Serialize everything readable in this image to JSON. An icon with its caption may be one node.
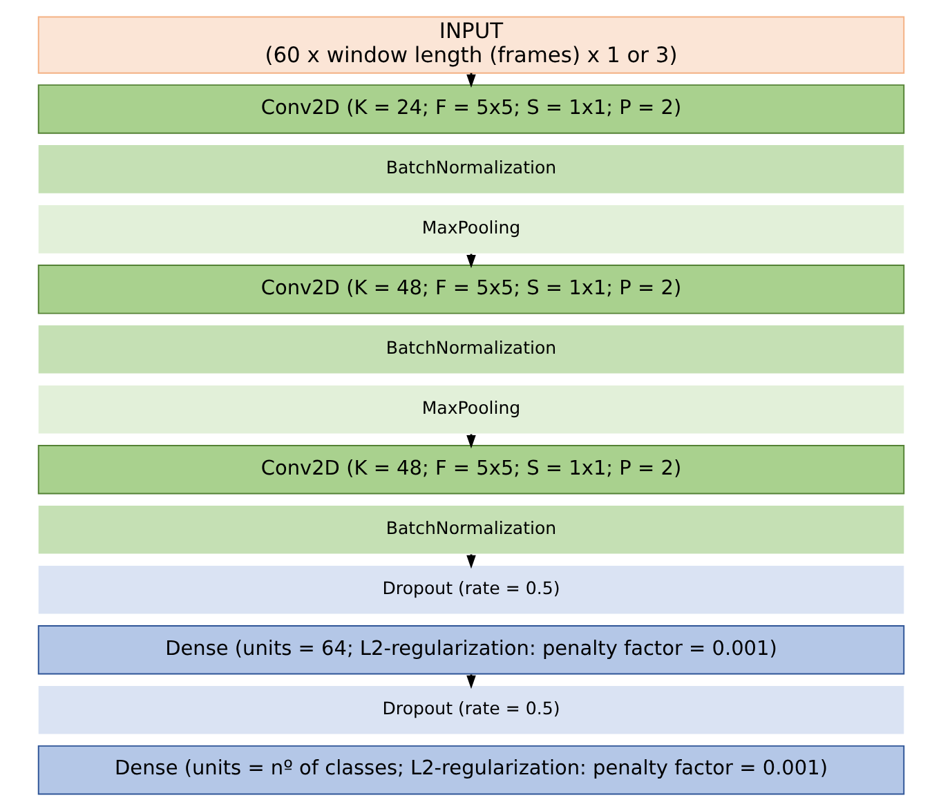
{
  "diagram": {
    "nodes": [
      {
        "text": [
          "INPUT",
          "(60 x window length (frames) x 1 or 3)"
        ]
      },
      {
        "text": [
          "Conv2D (K = 24; F = 5x5; S = 1x1; P = 2)"
        ]
      },
      {
        "text": [
          "BatchNormalization"
        ]
      },
      {
        "text": [
          "MaxPooling"
        ]
      },
      {
        "text": [
          "Conv2D (K = 48; F = 5x5; S = 1x1; P = 2)"
        ]
      },
      {
        "text": [
          "BatchNormalization"
        ]
      },
      {
        "text": [
          "MaxPooling"
        ]
      },
      {
        "text": [
          "Conv2D (K = 48; F = 5x5; S = 1x1; P = 2)"
        ]
      },
      {
        "text": [
          "BatchNormalization"
        ]
      },
      {
        "text": [
          "Dropout (rate = 0.5)"
        ]
      },
      {
        "text": [
          "Dense (units = 64; L2-regularization: penalty factor = 0.001)"
        ]
      },
      {
        "text": [
          "Dropout (rate = 0.5)"
        ]
      },
      {
        "text": [
          "Dense (units = nº of classes; L2-regularization: penalty factor = 0.001)"
        ]
      }
    ],
    "edges": [
      {
        "from": 0,
        "to": 1,
        "arrow": "to"
      },
      {
        "from": 3,
        "to": 4,
        "arrow": "to"
      },
      {
        "from": 6,
        "to": 7,
        "arrow": "to"
      },
      {
        "from": 8,
        "to": 9,
        "arrow": "to"
      },
      {
        "from": 10,
        "to": 11,
        "arrow": "to"
      }
    ]
  }
}
